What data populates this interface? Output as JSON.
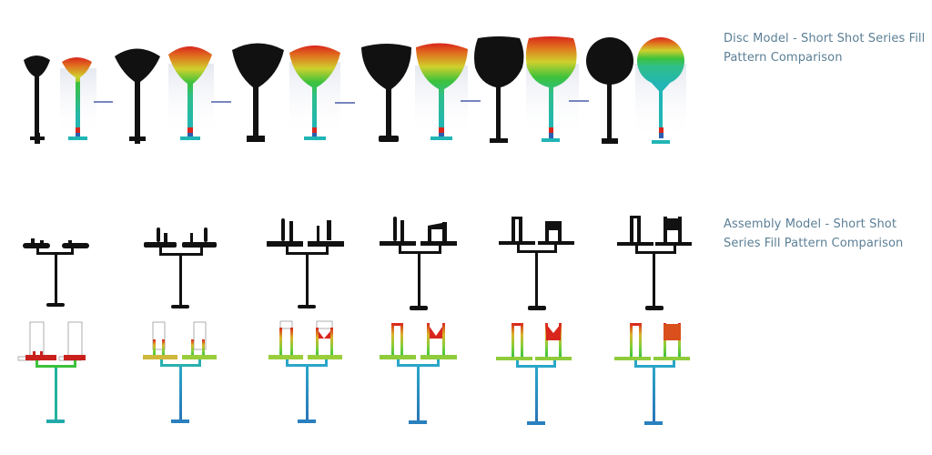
{
  "captions": {
    "disc": "Disc Model - Short Shot Series Fill Pattern Comparison",
    "assembly": "Assembly Model - Short Shot Series Fill Pattern Comparison"
  },
  "disc_series": {
    "count": 6,
    "pairs": [
      {
        "step": 1,
        "shape": "small fan"
      },
      {
        "step": 2,
        "shape": "wide fan"
      },
      {
        "step": 3,
        "shape": "deep fan"
      },
      {
        "step": 4,
        "shape": "cup"
      },
      {
        "step": 5,
        "shape": "near-round disc"
      },
      {
        "step": 6,
        "shape": "full round disc"
      }
    ],
    "arrow_color": "#4a5ea8"
  },
  "assembly_series": {
    "count": 6
  },
  "colors": {
    "caption_text": "#5b7f96",
    "photo_black": "#111111",
    "fill_red": "#d9261c",
    "fill_yellow": "#d6d62a",
    "fill_green": "#3cc23c",
    "fill_cyan": "#21b5b5",
    "fill_blue": "#2a73b8",
    "halo": "#e6e8f0"
  }
}
